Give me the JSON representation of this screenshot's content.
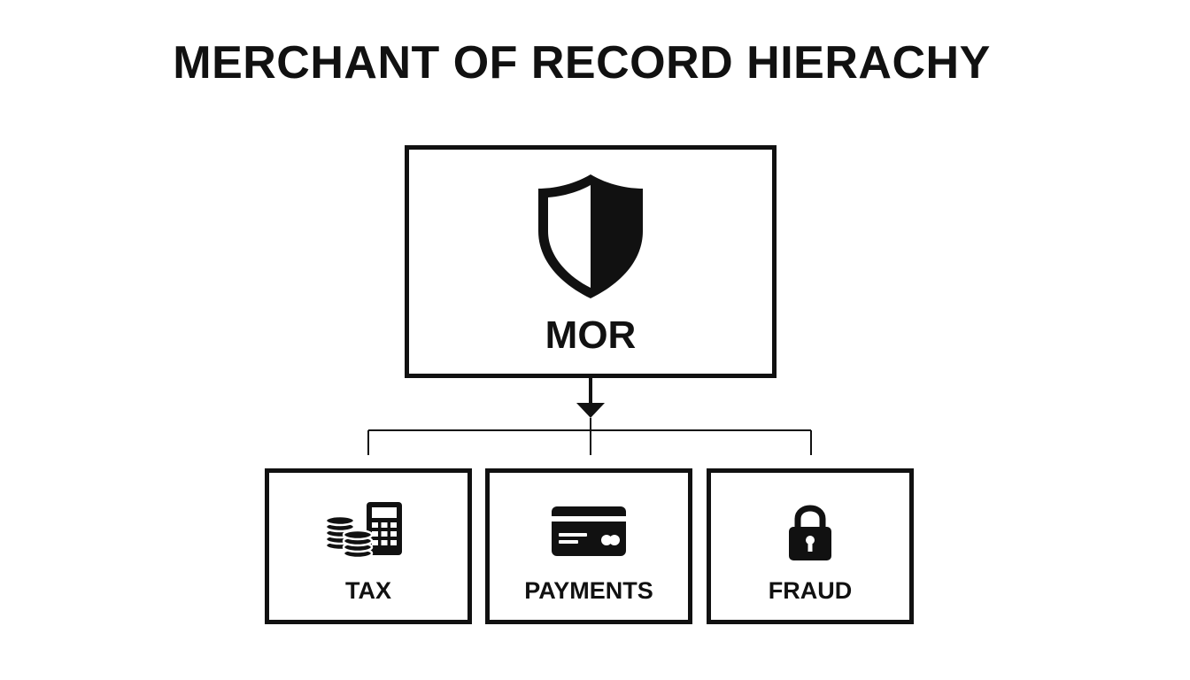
{
  "diagram": {
    "title": "MERCHANT OF RECORD HIERACHY",
    "root": {
      "label": "MOR",
      "icon": "shield-icon"
    },
    "children": [
      {
        "label": "TAX",
        "icon": "coins-calculator-icon"
      },
      {
        "label": "PAYMENTS",
        "icon": "credit-card-icon"
      },
      {
        "label": "FRAUD",
        "icon": "padlock-icon"
      }
    ],
    "colors": {
      "stroke": "#111111",
      "background": "#ffffff"
    }
  }
}
